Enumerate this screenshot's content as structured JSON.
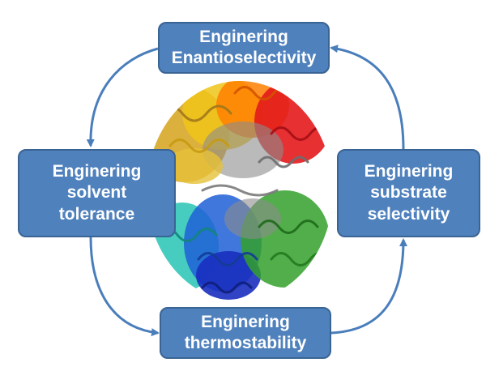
{
  "nodes": {
    "top": {
      "lines": [
        "Enginering",
        "Enantioselectivity"
      ]
    },
    "left": {
      "lines": [
        "Enginering",
        "solvent",
        "tolerance"
      ]
    },
    "right": {
      "lines": [
        "Enginering",
        "substrate",
        "selectivity"
      ]
    },
    "bottom": {
      "lines": [
        "Enginering",
        "thermostability"
      ]
    }
  },
  "colors": {
    "box_fill": "#4f81bd",
    "box_border": "#3a6494",
    "arrow": "#4a7ebb",
    "box_text": "#ffffff"
  },
  "center_image": {
    "icon": "protein-ribbon-structure",
    "palette": [
      "#e31a1c",
      "#ff7f00",
      "#f0c419",
      "#d6a21a",
      "#8c8c8c",
      "#33a02c",
      "#27c4b4",
      "#1f5fd6",
      "#1a2fbf"
    ]
  }
}
